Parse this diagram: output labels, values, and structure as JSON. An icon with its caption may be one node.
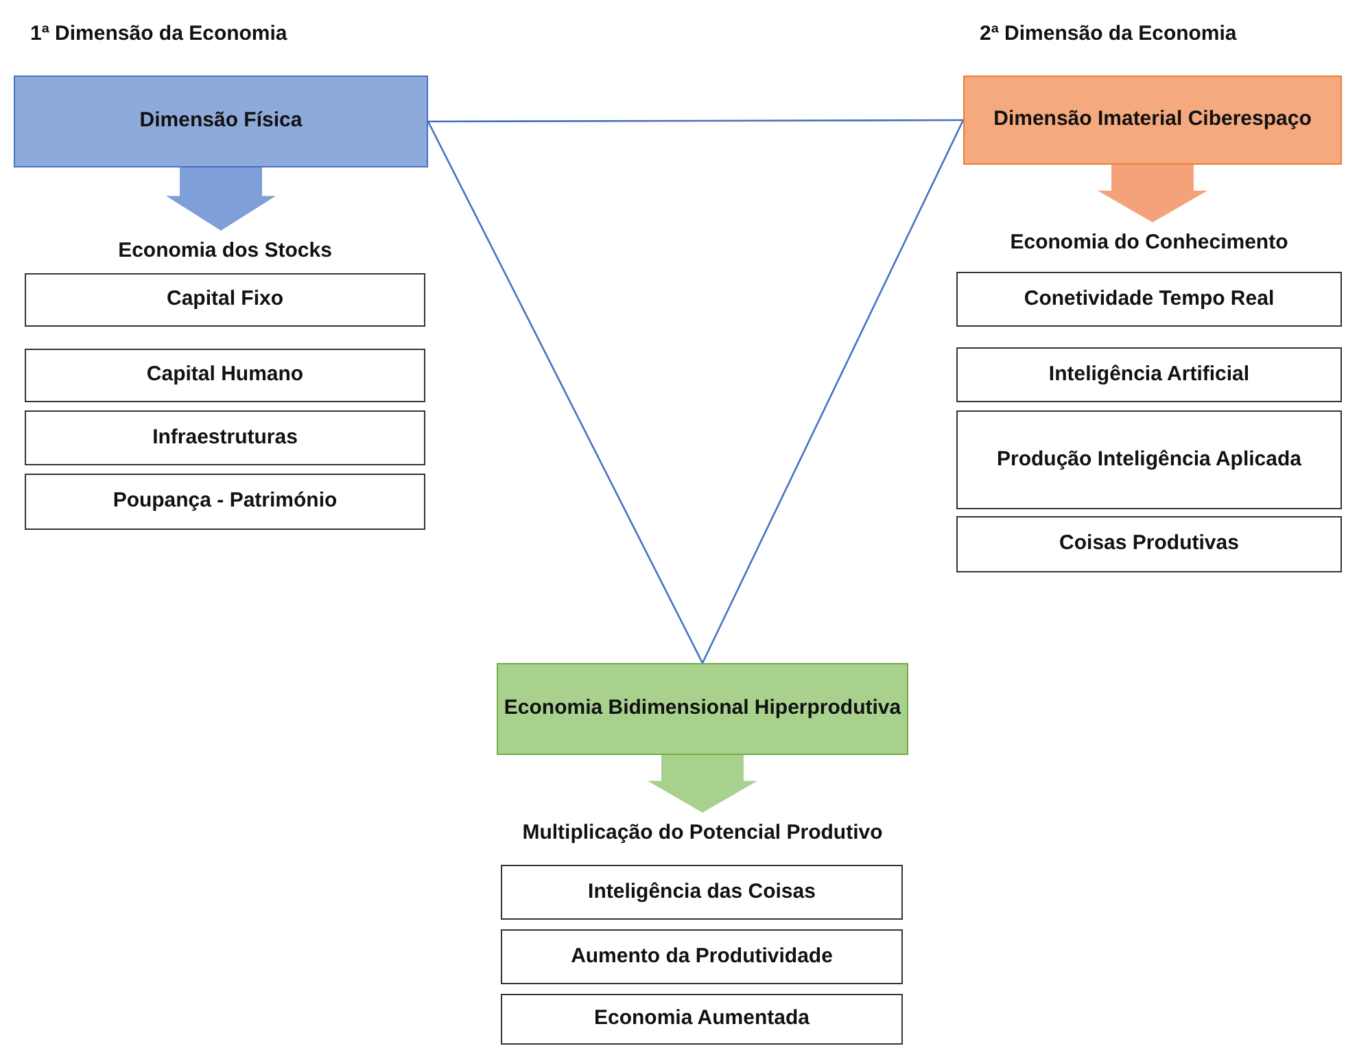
{
  "diagram": {
    "nodes": [
      {
        "text": [
          "Dimensão Física"
        ]
      },
      {
        "text": [
          "Dimensão Imaterial Ciberespaço"
        ]
      },
      {
        "text": [
          "Economia Bidimensional Hiperprodutiva"
        ]
      },
      {
        "text": [
          "Economia dos Stocks"
        ]
      },
      {
        "text": [
          "Capital Fixo"
        ]
      },
      {
        "text": [
          "Capital Humano"
        ]
      },
      {
        "text": [
          "Infraestruturas"
        ]
      },
      {
        "text": [
          "Poupança - Património"
        ]
      },
      {
        "text": [
          "Economia do Conhecimento"
        ]
      },
      {
        "text": [
          "Conetividade Tempo Real"
        ]
      },
      {
        "text": [
          "Inteligência Artificial"
        ]
      },
      {
        "text": [
          "Produção Inteligência Aplicada"
        ]
      },
      {
        "text": [
          "Coisas Produtivas"
        ]
      },
      {
        "text": [
          "Multiplicação do Potencial Produtivo"
        ]
      },
      {
        "text": [
          "Inteligência das Coisas"
        ]
      },
      {
        "text": [
          "Aumento da Produtividade"
        ]
      },
      {
        "text": [
          "Economia Aumentada"
        ]
      }
    ],
    "edges": [
      {
        "from": 0,
        "to": 1,
        "arrow": "none"
      },
      {
        "from": 0,
        "to": 2,
        "arrow": "none"
      },
      {
        "from": 1,
        "to": 2,
        "arrow": "none"
      },
      {
        "from": 0,
        "to": 3,
        "arrow": "to",
        "style": "thick",
        "color": "#7f9fd8"
      },
      {
        "from": 1,
        "to": 8,
        "arrow": "to",
        "style": "thick",
        "color": "#f3a27a"
      },
      {
        "from": 2,
        "to": 13,
        "arrow": "to",
        "style": "thick",
        "color": "#a9d18e"
      }
    ],
    "labels": [
      "1ª Dimensão da Economia",
      "2ª Dimensão da Economia"
    ]
  }
}
